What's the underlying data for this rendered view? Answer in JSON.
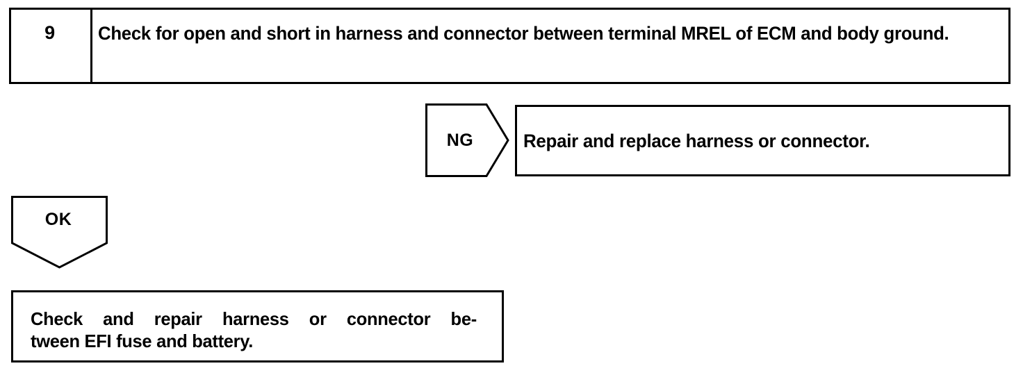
{
  "document": {
    "type": "automotive-troubleshooting-flowchart",
    "ink_color": "#000000",
    "background_color": "#ffffff"
  },
  "step": {
    "number": "9",
    "instruction": "Check for open and short in harness and connector between terminal MREL of ECM and body ground.",
    "instruction_line1": "Check for open and short in harness and connector between terminal MREL of",
    "instruction_line2": "ECM and body ground."
  },
  "branches": {
    "ng": {
      "label": "NG",
      "shape": "pentagon-arrow-right",
      "result": "Repair and replace harness or connector."
    },
    "ok": {
      "label": "OK",
      "shape": "pentagon-arrow-down",
      "result": "Check and repair harness or connector between EFI fuse and battery.",
      "result_line1": "Check and repair harness or connector be-",
      "result_line2": "tween EFI fuse and battery."
    }
  }
}
